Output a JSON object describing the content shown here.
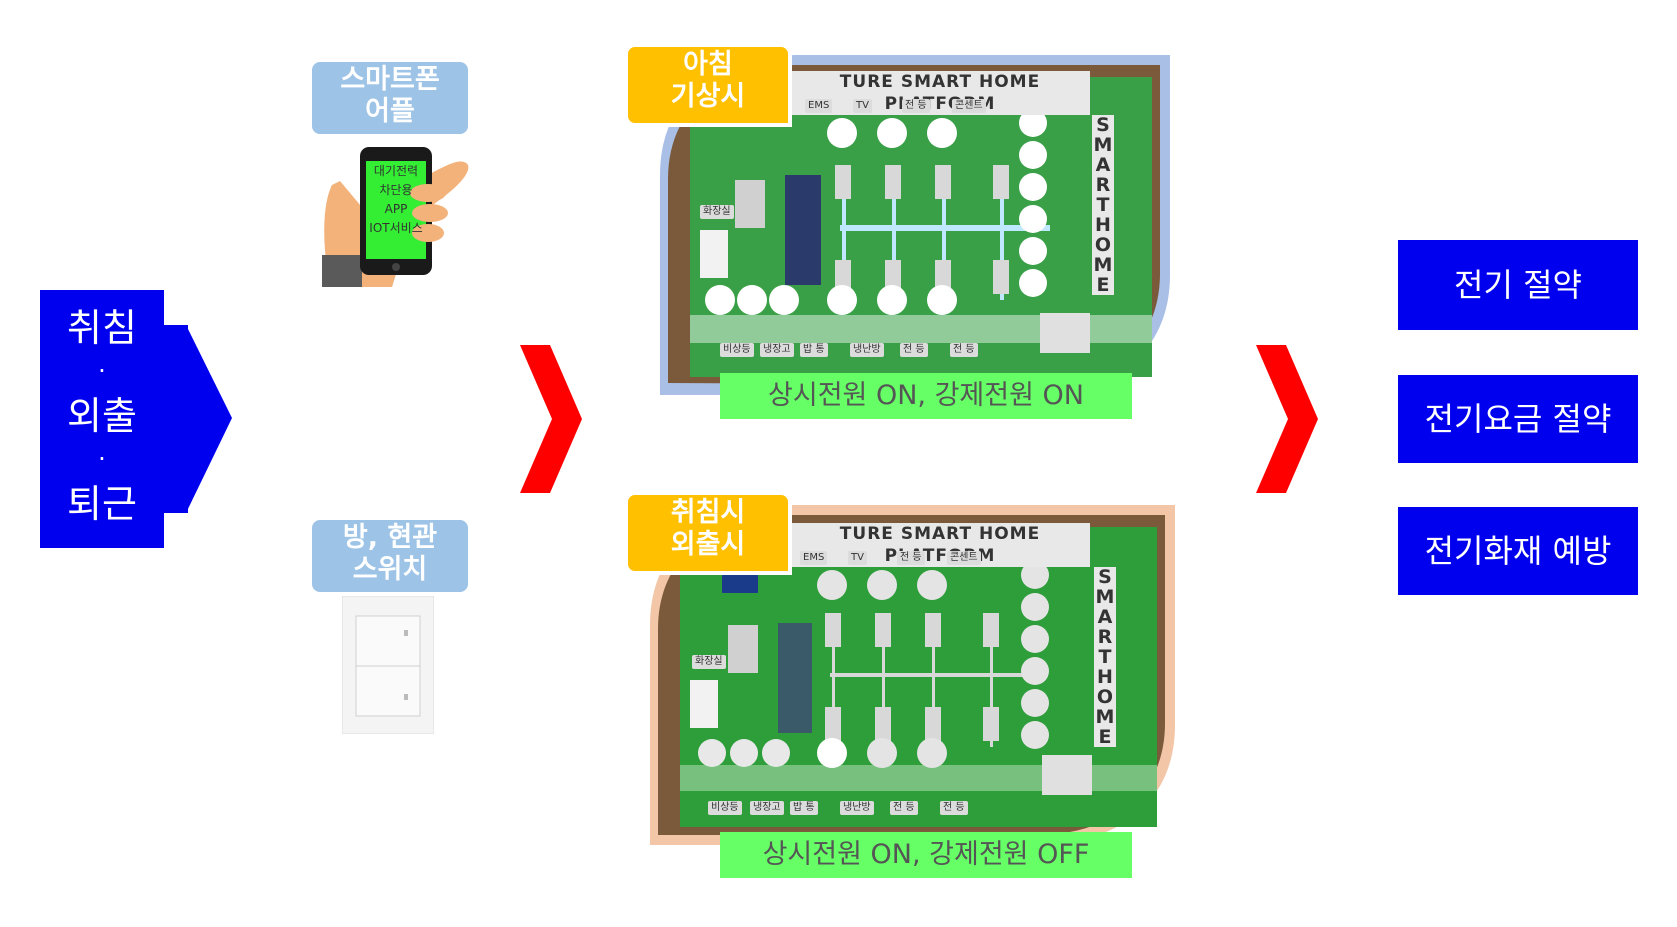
{
  "left_block": {
    "lines": [
      "취침",
      "·",
      "외출",
      "·",
      "퇴근"
    ]
  },
  "inputs": {
    "app_label": [
      "스마트폰",
      "어플"
    ],
    "phone_screen_lines": [
      "대기전력",
      "차단용",
      "APP",
      "IOT서비스"
    ],
    "switch_label": [
      "방, 현관",
      "스위치"
    ]
  },
  "scenario_top": {
    "label": [
      "아침",
      "기상시"
    ],
    "caption": "상시전원 ON, 강제전원 ON"
  },
  "scenario_bottom": {
    "label": [
      "취침시",
      "외출시"
    ],
    "caption": "상시전원 ON, 강제전원 OFF"
  },
  "board": {
    "title": "TURE SMART HOME PLATFORM",
    "vertical": [
      "S",
      "M",
      "A",
      "R",
      "T",
      "H",
      "O",
      "M",
      "E"
    ],
    "top_tags": [
      "EMS",
      "TV",
      "전 등",
      "콘센트"
    ],
    "side_tag": "화장실",
    "bottom_tags": [
      "비상등",
      "냉장고",
      "밥 통",
      "냉난방",
      "전 등",
      "전 등"
    ]
  },
  "results": [
    "전기 절약",
    "전기요금 절약",
    "전기화재 예방"
  ],
  "colors": {
    "primary_blue": "#0000ee",
    "chevron_red": "#ff0000",
    "label_yellow": "#ffc000",
    "pill_blue": "#9dc3e6",
    "caption_green": "#66ff66",
    "board_green": "#2e9e3a"
  }
}
